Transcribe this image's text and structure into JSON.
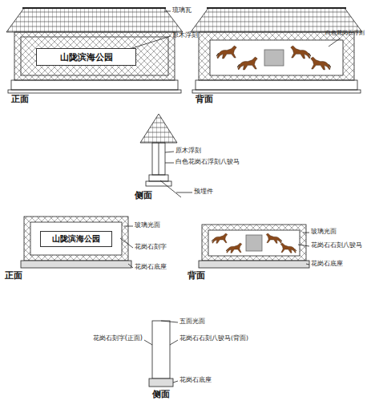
{
  "diagram": {
    "nodes": [
      {
        "text": [
          "山陇滨海公园"
        ]
      },
      {
        "text": [
          "山陇滨海公园"
        ]
      }
    ],
    "labels": [
      "琉璃瓦",
      "原木浮刻",
      "正面",
      "白色花岗石浮刻",
      "背面",
      "原木浮刻",
      "白色花岗石浮刻八骏马",
      "预埋件",
      "侧面",
      "玻璃光面",
      "花岗石刻字",
      "花岗石底座",
      "正面",
      "玻璃光面",
      "花岗石石刻八骏马",
      "花岗石底座",
      "背面",
      "五面光面",
      "花岗石刻字(正面)",
      "花岗石石刻八骏马(背面)",
      "花岗石底座",
      "侧面"
    ]
  }
}
